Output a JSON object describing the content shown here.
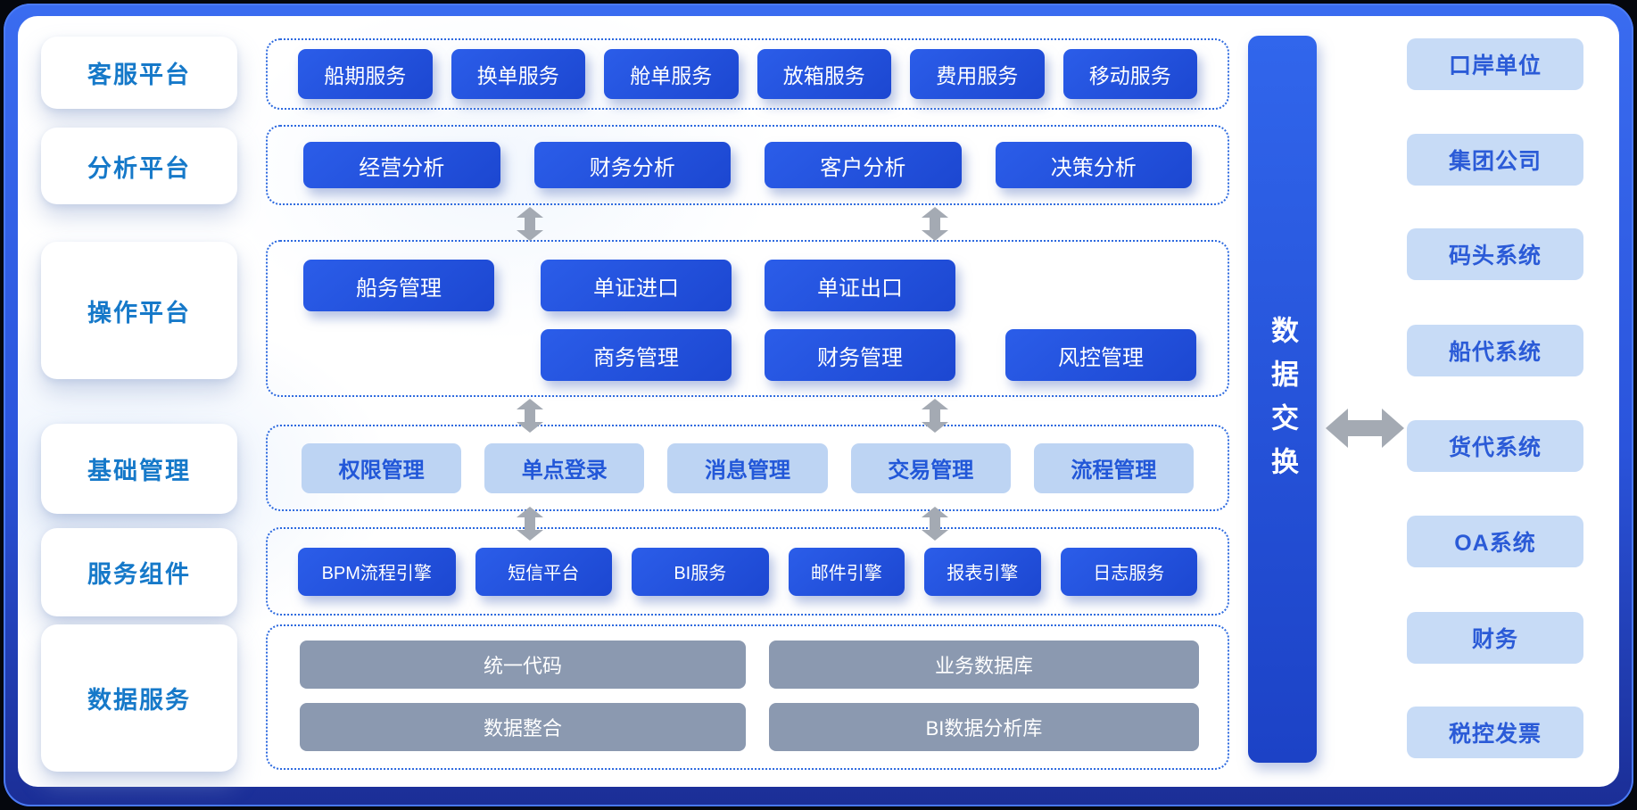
{
  "diagram": {
    "left_panels": [
      {
        "label": "客服平台"
      },
      {
        "label": "分析平台"
      },
      {
        "label": "操作平台"
      },
      {
        "label": "基础管理"
      },
      {
        "label": "服务组件"
      },
      {
        "label": "数据服务"
      }
    ],
    "customer_services": [
      "船期服务",
      "换单服务",
      "舱单服务",
      "放箱服务",
      "费用服务",
      "移动服务"
    ],
    "analysis_services": [
      "经营分析",
      "财务分析",
      "客户分析",
      "决策分析"
    ],
    "operation_row1": [
      "船务管理",
      "单证进口",
      "单证出口"
    ],
    "operation_row2": [
      "商务管理",
      "财务管理",
      "风控管理"
    ],
    "foundation_services": [
      "权限管理",
      "单点登录",
      "消息管理",
      "交易管理",
      "流程管理"
    ],
    "component_services": [
      "BPM流程引擎",
      "短信平台",
      "BI服务",
      "邮件引擎",
      "报表引擎",
      "日志服务"
    ],
    "data_services_row1": [
      "统一代码",
      "业务数据库"
    ],
    "data_services_row2": [
      "数据整合",
      "BI数据分析库"
    ],
    "data_exchange_label": "数据交换",
    "external_systems": [
      "口岸单位",
      "集团公司",
      "码头系统",
      "船代系统",
      "货代系统",
      "OA系统",
      "财务",
      "税控发票"
    ],
    "colors": {
      "frame_blue": "#2c5ae2",
      "primary_button": "#2152dd",
      "light_chip_bg": "#bdd4f3",
      "light_chip_text": "#2257d8",
      "external_box_bg": "#c7dbf6",
      "external_box_text": "#2b5bd7",
      "gray_box": "#8b99b0",
      "left_label_text": "#1679c9",
      "arrow_gray": "#a4aab3",
      "dotted_border": "#2c69df"
    }
  }
}
